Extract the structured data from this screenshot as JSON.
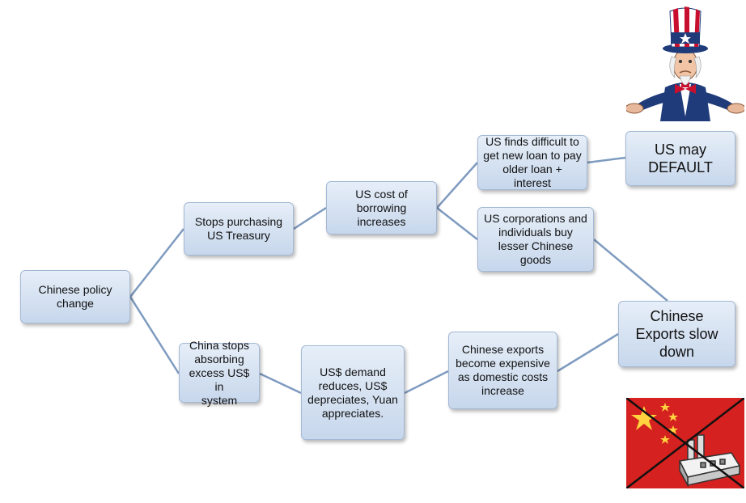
{
  "nodes": {
    "policy": "Chinese policy\nchange",
    "stops_treasury": "Stops purchasing\nUS Treasury",
    "cost_borrowing": "US cost of\nborrowing\nincreases",
    "new_loan": "US finds difficult to\nget new loan to pay\nolder loan +\ninterest",
    "default": "US may\nDEFAULT",
    "corporations": "US corporations and\nindividuals buy\nlesser Chinese goods",
    "absorbing": "China stops\nabsorbing\nexcess US$ in\nsystem",
    "demand": "US$ demand\nreduces, US$\ndepreciates, Yuan\nappreciates.",
    "expensive": "Chinese exports\nbecome expensive\nas domestic costs\nincrease",
    "slowdown": "Chinese\nExports slow\ndown"
  },
  "colors": {
    "node_fill_top": "#e6eef8",
    "node_fill_bottom": "#c7d7ec",
    "node_border": "#a4b8d4",
    "connector": "#7f9bc0"
  },
  "images": {
    "uncle_sam": "uncle-sam-shrugging-illustration",
    "china_flag": "crossed-out-china-flag-with-factory-icon"
  }
}
